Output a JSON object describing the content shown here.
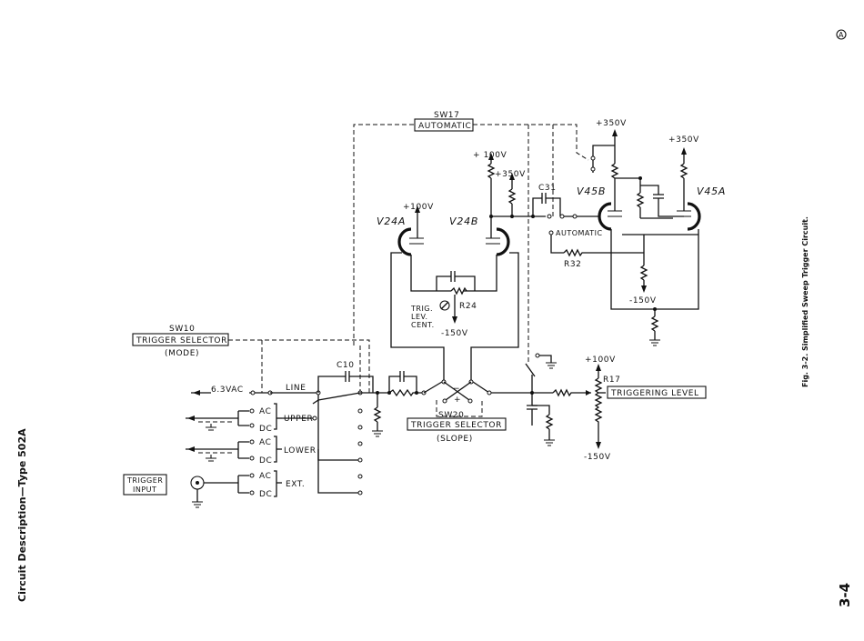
{
  "page": {
    "side_header": "Circuit Description—Type 502A",
    "page_number": "3-4",
    "caption": "Fig. 3-2. Simplified Sweep Trigger Circuit.",
    "corner_mark": "A"
  },
  "switches": {
    "sw17_id": "SW17",
    "sw17_label": "AUTOMATIC",
    "sw10_id": "SW10",
    "sw10_label": "TRIGGER SELECTOR",
    "sw10_mode": "(MODE)",
    "sw20_id": "SW20",
    "sw20_label": "TRIGGER SELECTOR",
    "sw20_slope": "(SLOPE)",
    "slope_minus": "−",
    "slope_plus": "+",
    "automatic_contact": "AUTOMATIC"
  },
  "tubes": [
    "V24A",
    "V24B",
    "V45B",
    "V45A"
  ],
  "supplies": {
    "v24a_plus": "+100V",
    "v24b_plus": "+ 100V",
    "v24b_350": "+350V",
    "v45b_350": "+350V",
    "v45a_350": "+350V",
    "r24_minus": "-150V",
    "v45_minus": "-150V",
    "r17_plus": "+100V",
    "r17_minus": "-150V"
  },
  "components": {
    "c31": "C31",
    "r32": "R32",
    "c10": "C10",
    "r24": "R24",
    "r17": "R17",
    "trig_lev_cent": [
      "TRIG.",
      "LEV.",
      "CENT."
    ],
    "line_voltage": "6.3VAC",
    "line": "LINE"
  },
  "inputs": [
    {
      "name": "UPPER",
      "ac": "AC",
      "dc": "DC"
    },
    {
      "name": "LOWER",
      "ac": "AC",
      "dc": "DC"
    },
    {
      "name": "EXT.",
      "ac": "AC",
      "dc": "DC"
    }
  ],
  "boxes": {
    "trigger_input": [
      "TRIGGER",
      "INPUT"
    ],
    "triggering_level": "TRIGGERING LEVEL"
  }
}
